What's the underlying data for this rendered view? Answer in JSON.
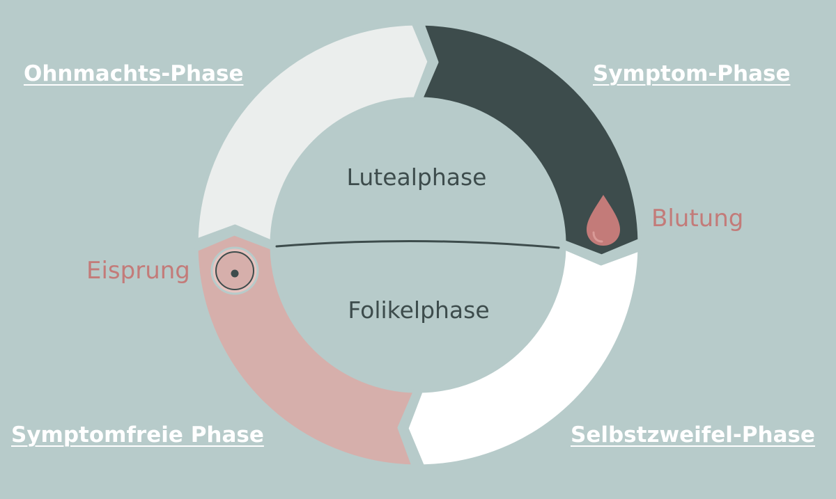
{
  "colors": {
    "background": "#b7cbca",
    "dark_segment": "#3d4c4c",
    "light_segment": "#ebeeed",
    "white_segment": "#ffffff",
    "pink_segment": "#d6afab",
    "accent_red": "#c37b79",
    "phase_text": "#ffffff"
  },
  "phases": {
    "top_left": "Ohnmachts-Phase",
    "top_right": "Symptom-Phase",
    "bottom_left": "Symptomfreie Phase",
    "bottom_right": "Selbstzweifel-Phase"
  },
  "markers": {
    "bleeding": "Blutung",
    "ovulation": "Eisprung"
  },
  "center": {
    "upper": "Lutealphase",
    "lower": "Folikelphase"
  },
  "icons": {
    "bleeding": "blood-drop-icon",
    "ovulation": "ovum-icon"
  }
}
